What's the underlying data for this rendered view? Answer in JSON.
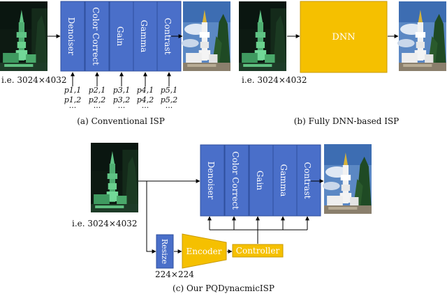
{
  "colors": {
    "stage_blue": "#4a6fc9",
    "stage_border": "#2f4f9d",
    "dnn_yellow": "#f5c000",
    "dnn_border": "#c99a00",
    "arrow": "#000000",
    "text": "#111111"
  },
  "panel_a": {
    "input_size": "i.e. 3024×4032",
    "stages": [
      "Denoiser",
      "Color Correct",
      "Gain",
      "Gamma",
      "Contrast"
    ],
    "params_row1": [
      "p1,1",
      "p2,1",
      "p3,1",
      "p4,1",
      "p5,1"
    ],
    "params_row2": [
      "p1,2",
      "p2,2",
      "p3,2",
      "p4,2",
      "p5,2"
    ],
    "ellipsis": "···",
    "caption": "(a) Conventional ISP"
  },
  "panel_b": {
    "input_size": "i.e. 3024×4032",
    "dnn_label": "DNN",
    "caption": "(b) Fully DNN-based ISP"
  },
  "panel_c": {
    "input_size": "i.e. 3024×4032",
    "stages": [
      "Denoiser",
      "Color Correct",
      "Gain",
      "Gamma",
      "Contrast"
    ],
    "resize_label": "Resize",
    "resize_size": "224×224",
    "encoder_label": "Encoder",
    "controller_label": "Controller",
    "caption": "(c) Our PQDynacmicISP"
  }
}
